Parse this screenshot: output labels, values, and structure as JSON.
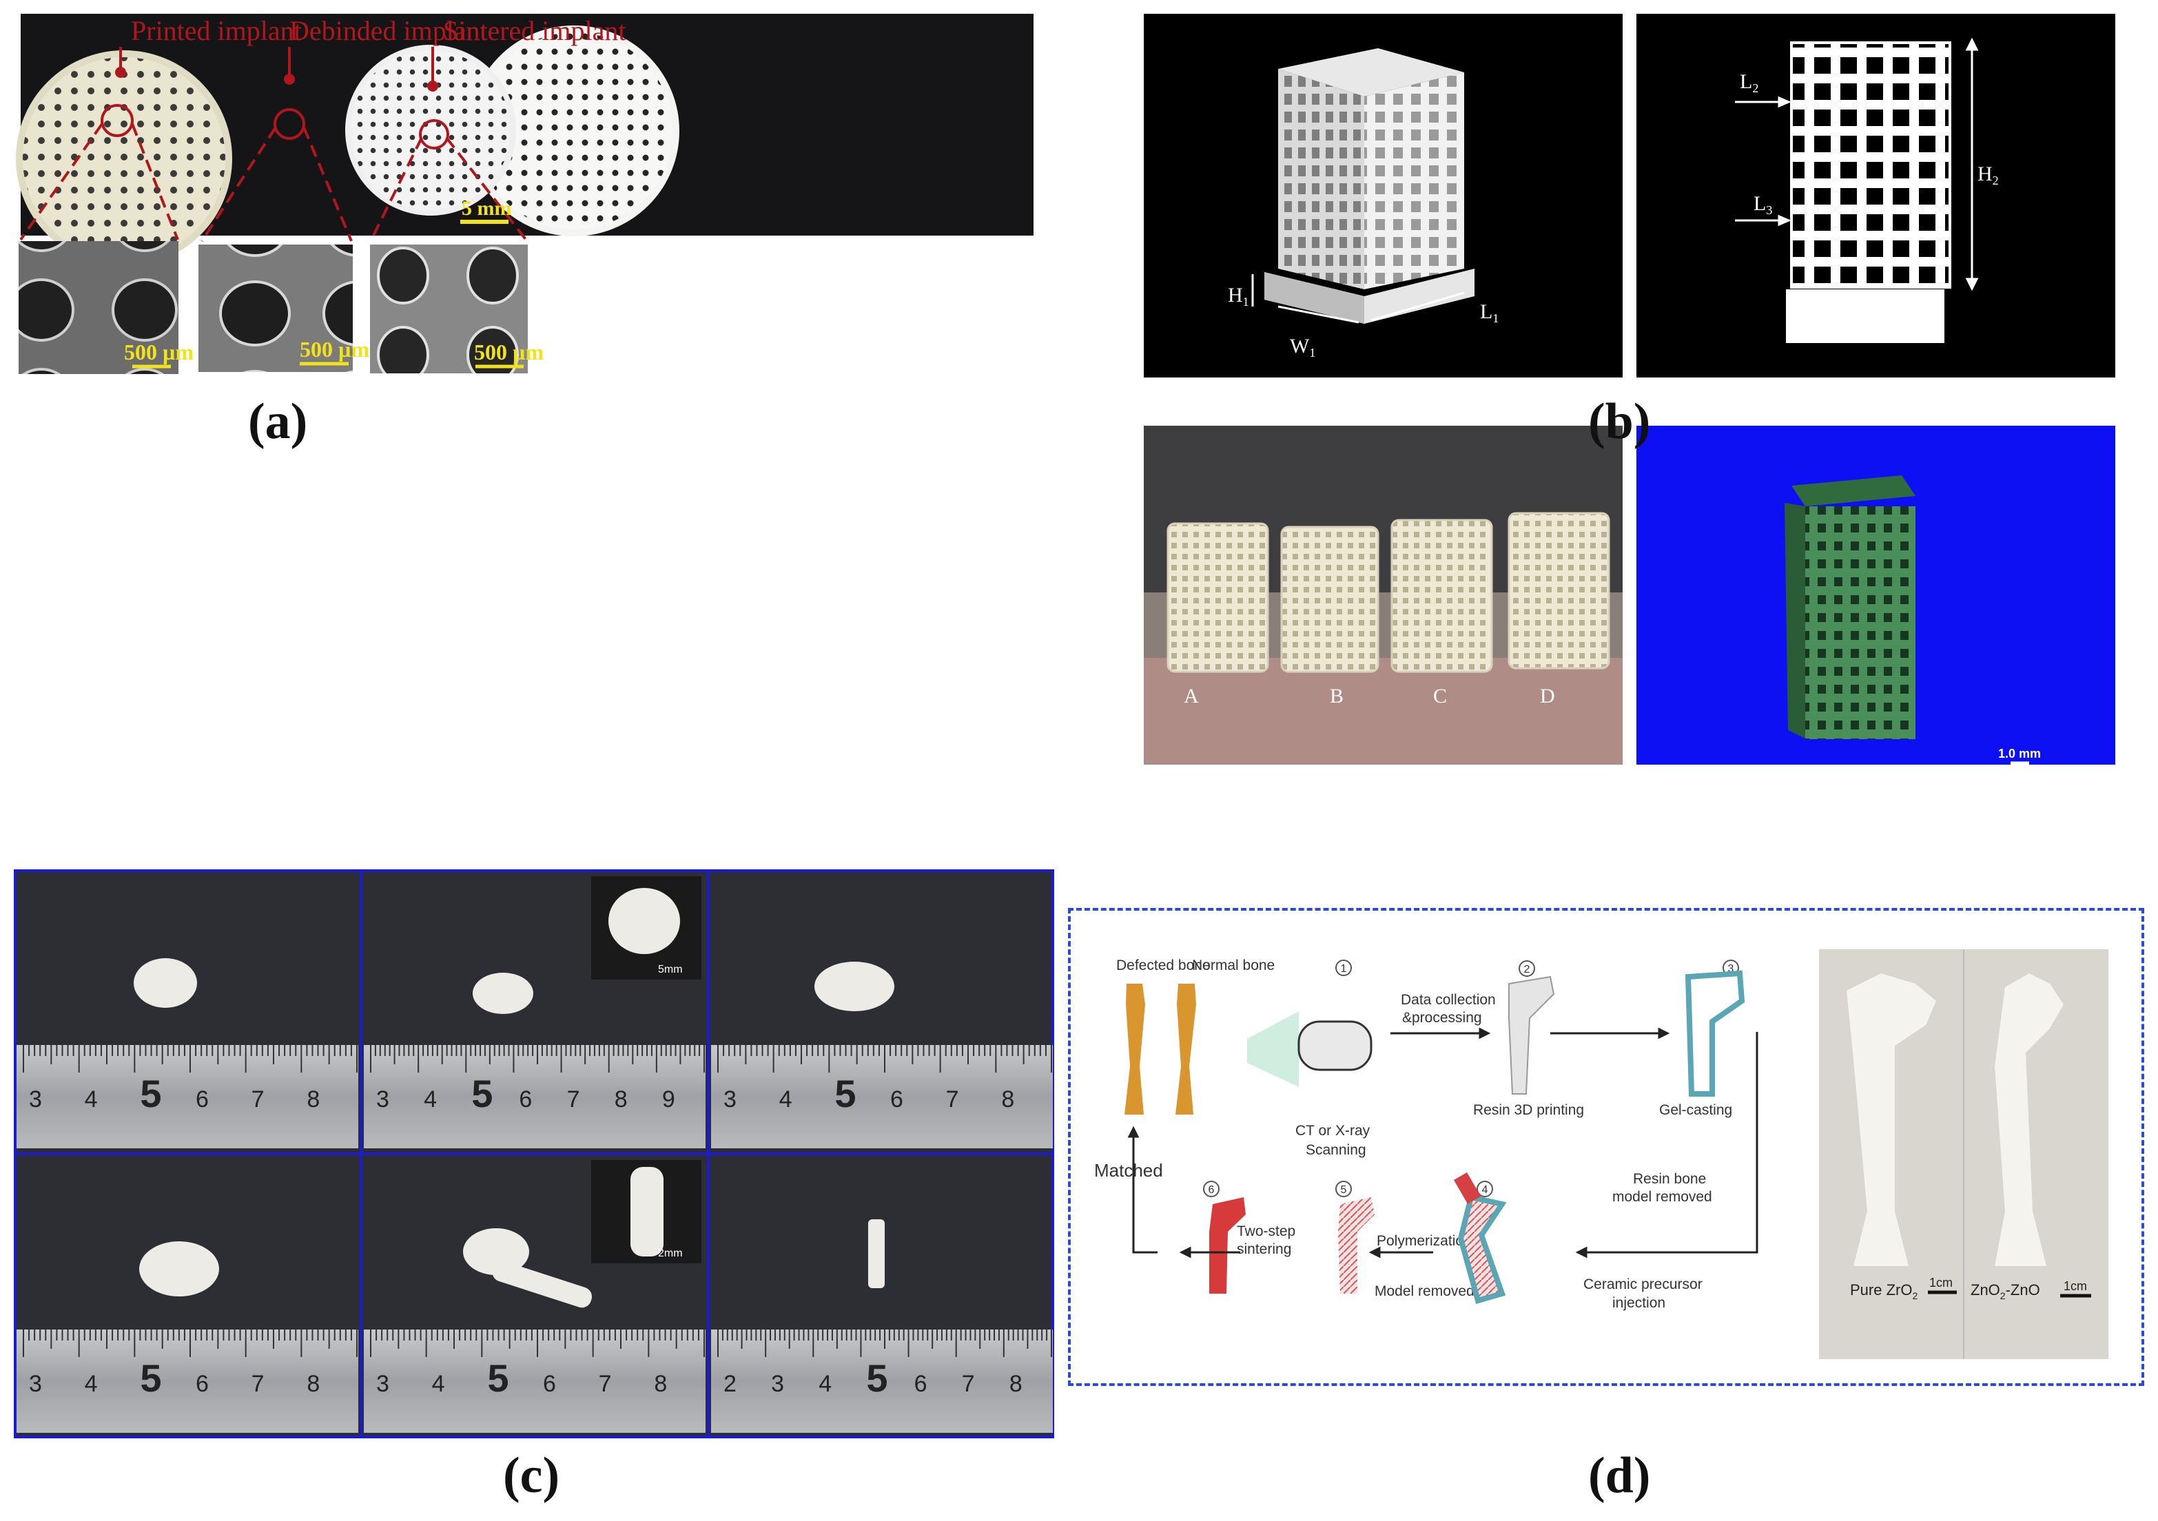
{
  "panel_a": {
    "caption": "(a)",
    "labels": {
      "printed": "Printed implant",
      "debinded": "Debinded implant",
      "sintered": "Sintered implant"
    },
    "scale_main": "5 mm",
    "scale_sem": [
      "500 µm",
      "500 µm",
      "500 µm"
    ]
  },
  "panel_b": {
    "caption": "(b)",
    "dims": {
      "h1": "H",
      "h1_sub": "1",
      "w1": "W",
      "w1_sub": "1",
      "l1": "L",
      "l1_sub": "1",
      "l2": "L",
      "l2_sub": "2",
      "l3": "L",
      "l3_sub": "3",
      "h2": "H",
      "h2_sub": "2"
    },
    "samples": [
      "A",
      "B",
      "C",
      "D"
    ],
    "scale_ct": "1.0 mm"
  },
  "panel_c": {
    "caption": "(c)",
    "ruler_rows": [
      [
        [
          "3",
          "4",
          "5",
          "6",
          "7",
          "8"
        ],
        [
          "3",
          "4",
          "5",
          "6",
          "7",
          "8",
          "9"
        ],
        [
          "3",
          "4",
          "5",
          "6",
          "7",
          "8"
        ]
      ],
      [
        [
          "3",
          "4",
          "5",
          "6",
          "7",
          "8"
        ],
        [
          "3",
          "4",
          "5",
          "6",
          "7",
          "8"
        ],
        [
          "2",
          "3",
          "4",
          "5",
          "6",
          "7",
          "8"
        ]
      ]
    ],
    "inset_scales": [
      "5mm",
      "2mm"
    ]
  },
  "panel_d": {
    "caption": "(d)",
    "defected_bone": "Defected bone",
    "normal_bone": "Normal bone",
    "ct_scan": [
      "CT or X-ray",
      "Scanning"
    ],
    "data_collection": [
      "Data collection",
      "&processing"
    ],
    "resin_printing": "Resin 3D printing",
    "gel_casting": "Gel-casting",
    "resin_removed": [
      "Resin bone",
      "model removed"
    ],
    "ceramic_injection": [
      "Ceramic precursor",
      "injection"
    ],
    "polymerization": "Polymerization",
    "model_removed": "Model removed",
    "two_step": [
      "Two-step",
      "sintering"
    ],
    "matched": "Matched",
    "steps": [
      "1",
      "2",
      "3",
      "4",
      "5",
      "6"
    ],
    "pure_zro2": "Pure ZrO",
    "pure_sub": "2",
    "zno2_zno": "ZnO",
    "zno_sub": "2",
    "zno_suffix": "-ZnO",
    "scale": "1cm"
  }
}
